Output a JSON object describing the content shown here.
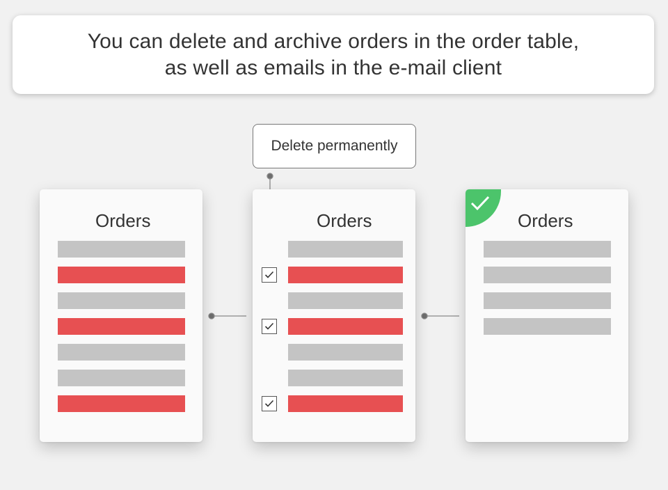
{
  "banner": {
    "line1": "You can delete and archive orders in the order table,",
    "line2": "as well as emails in the e-mail client"
  },
  "tooltip": {
    "label": "Delete permanently"
  },
  "cards": [
    {
      "title": "Orders",
      "rows": [
        "grey",
        "red",
        "grey",
        "red",
        "grey",
        "grey",
        "red"
      ]
    },
    {
      "title": "Orders",
      "rows": [
        "grey",
        "red",
        "grey",
        "red",
        "grey",
        "grey",
        "red"
      ],
      "checked_rows": [
        1,
        3,
        6
      ]
    },
    {
      "title": "Orders",
      "rows": [
        "grey",
        "grey",
        "grey",
        "grey"
      ],
      "badge": "check-icon"
    }
  ],
  "colors": {
    "background": "#f1f1f1",
    "grey_row": "#c4c4c4",
    "red_row": "#e75052",
    "success_badge": "#4cc46b",
    "text": "#333333"
  }
}
